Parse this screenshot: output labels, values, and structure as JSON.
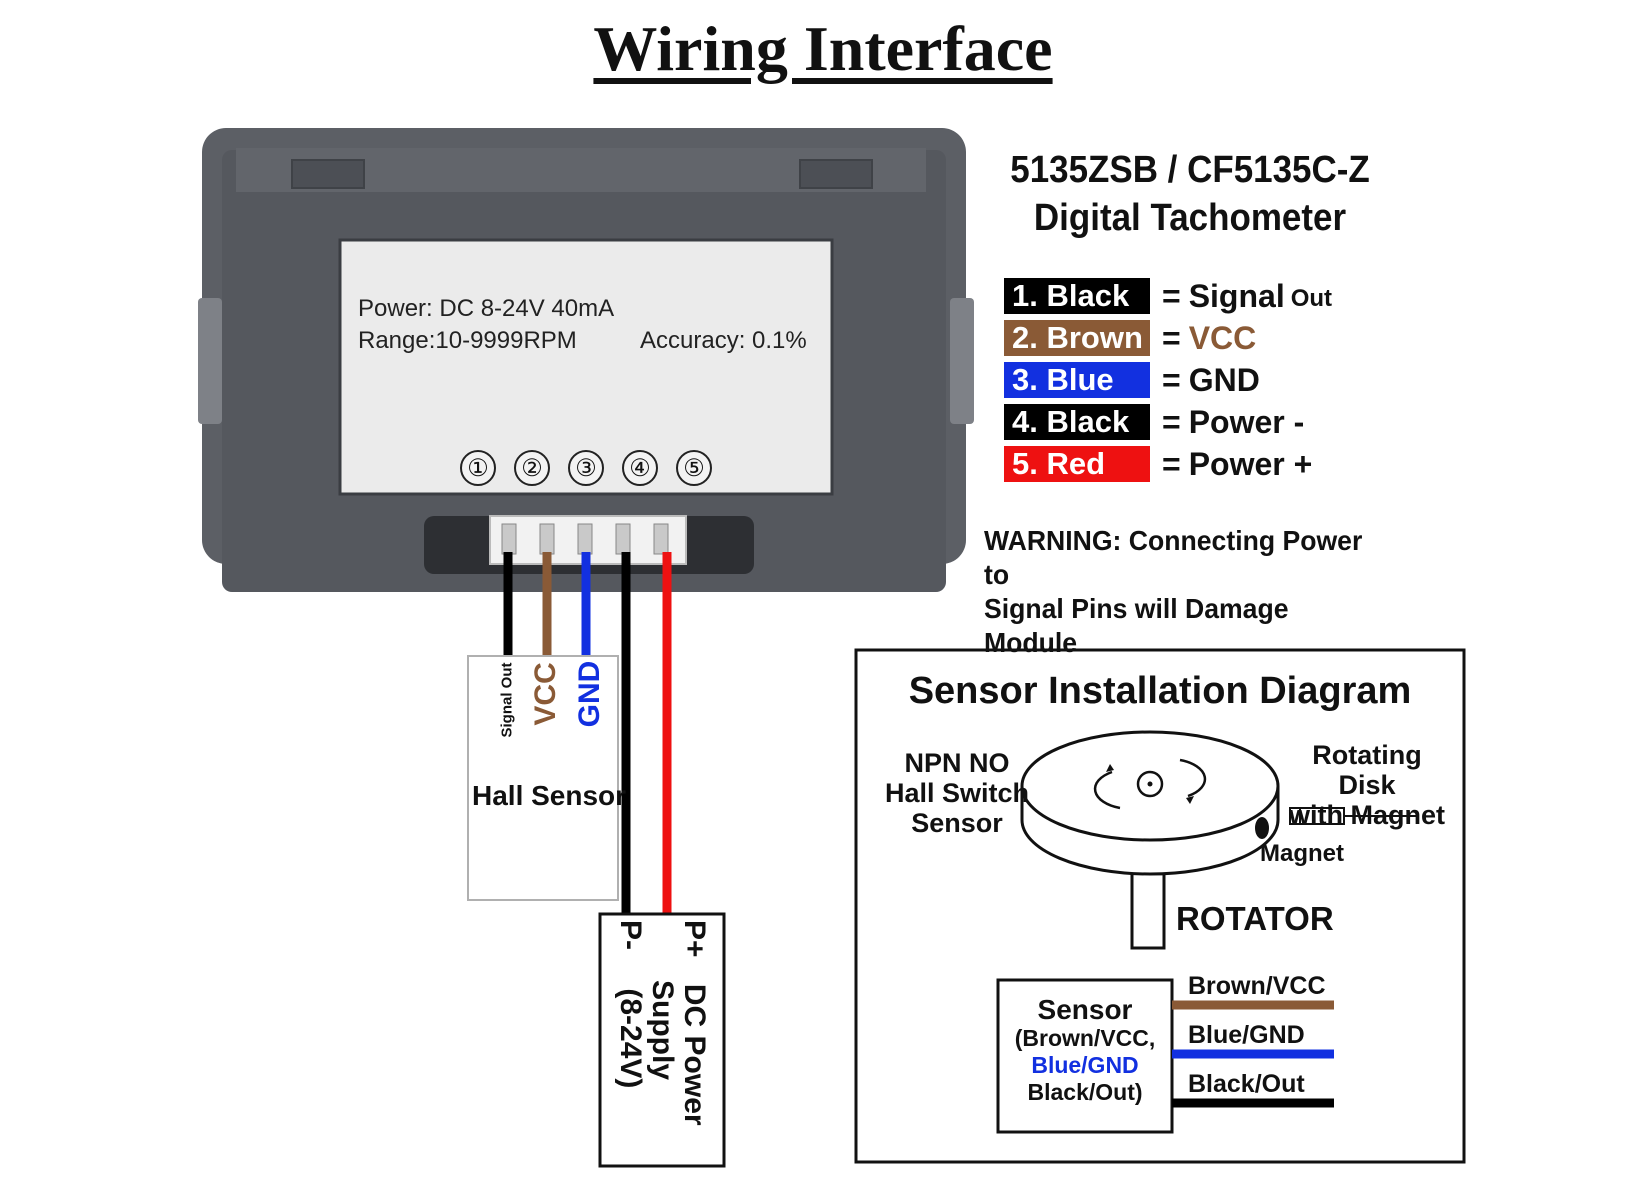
{
  "title": "Wiring Interface",
  "model": {
    "line1": "5135ZSB / CF5135C-Z",
    "line2": "Digital Tachometer"
  },
  "device_label": {
    "power": "Power: DC 8-24V 40mA",
    "range": "Range:10-9999RPM",
    "accuracy": "Accuracy: 0.1%",
    "pins": [
      "①",
      "②",
      "③",
      "④",
      "⑤"
    ]
  },
  "legend": [
    {
      "wire": "1. Black",
      "eq": "=",
      "function": "Signal",
      "suffix": "Out",
      "chip_color": "#000000",
      "text_color": "#111111"
    },
    {
      "wire": "2. Brown",
      "eq": "=",
      "function": "VCC",
      "suffix": "",
      "chip_color": "#8a5a36",
      "text_color": "#8a5a36"
    },
    {
      "wire": "3. Blue",
      "eq": "=",
      "function": "GND",
      "suffix": "",
      "chip_color": "#1230e0",
      "text_color": "#111111"
    },
    {
      "wire": "4. Black",
      "eq": "=",
      "function": "Power -",
      "suffix": "",
      "chip_color": "#000000",
      "text_color": "#111111"
    },
    {
      "wire": "5. Red",
      "eq": "=",
      "function": "Power +",
      "suffix": "",
      "chip_color": "#ee1111",
      "text_color": "#111111"
    }
  ],
  "warning": {
    "line1": "WARNING: Connecting Power to",
    "line2": "Signal Pins will Damage Module"
  },
  "hall_sensor": {
    "signal": "Signal Out",
    "vcc": "VCC",
    "gnd": "GND",
    "name": "Hall Sensor"
  },
  "power_supply": {
    "p_plus": "P+",
    "p_minus": "P-",
    "line1": "DC Power",
    "line2": "Supply",
    "line3": "(8-24V)"
  },
  "installation": {
    "title": "Sensor Installation Diagram",
    "npn_line1": "NPN NO",
    "npn_line2": "Hall Switch",
    "npn_line3": "Sensor",
    "disk_line1": "Rotating Disk",
    "disk_line2": "with Magnet",
    "magnet": "Magnet",
    "rotator": "ROTATOR",
    "sensor_title": "Sensor",
    "sensor_l1": "(Brown/VCC,",
    "sensor_l2": "Blue/GND",
    "sensor_l3": "Black/Out)",
    "wire_brown": "Brown/VCC",
    "wire_blue": "Blue/GND",
    "wire_black": "Black/Out"
  },
  "colors": {
    "brown": "#8a5a36",
    "blue": "#1230e0",
    "red": "#ee1111",
    "black": "#000000",
    "device_body": "#5a5d63",
    "label_bg": "#ececec"
  }
}
